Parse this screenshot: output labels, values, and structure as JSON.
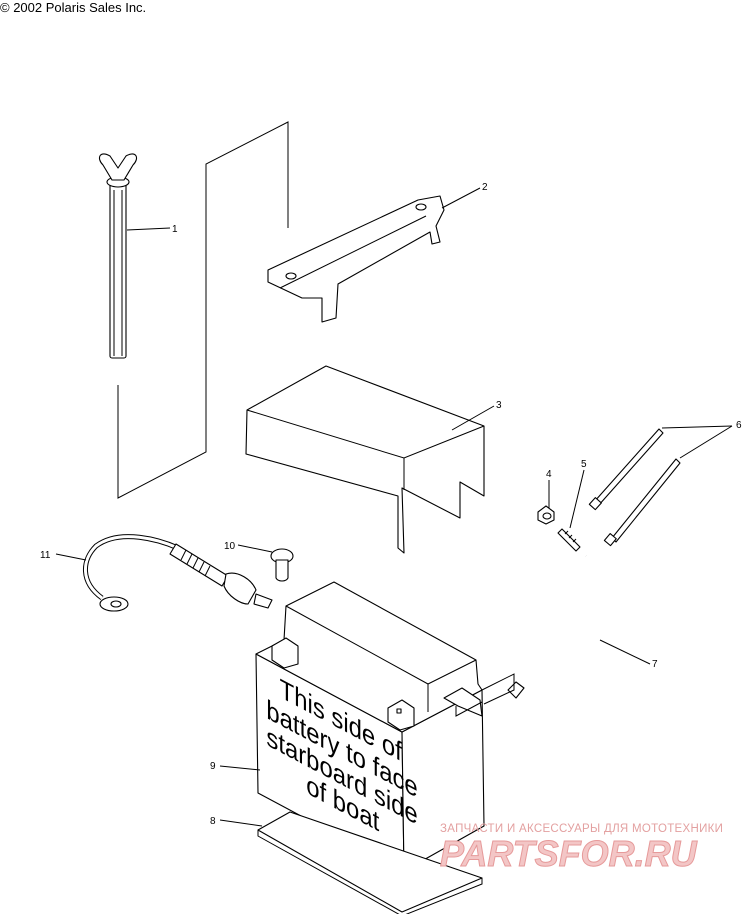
{
  "copyright": "© 2002 Polaris Sales Inc.",
  "callouts": {
    "c1": "1",
    "c2": "2",
    "c3": "3",
    "c4": "4",
    "c5": "5",
    "c6": "6",
    "c7": "7",
    "c8": "8",
    "c9": "9",
    "c10": "10",
    "c11": "11"
  },
  "battery_label": {
    "line1": "This side of",
    "line2": "battery to face",
    "line3": "starboard side",
    "line4": "of boat"
  },
  "watermark": {
    "top": "ЗАПЧАСТИ И АКСЕССУАРЫ ДЛЯ МОТОТЕХНИКИ",
    "logo": "PARTSFOR.RU"
  }
}
